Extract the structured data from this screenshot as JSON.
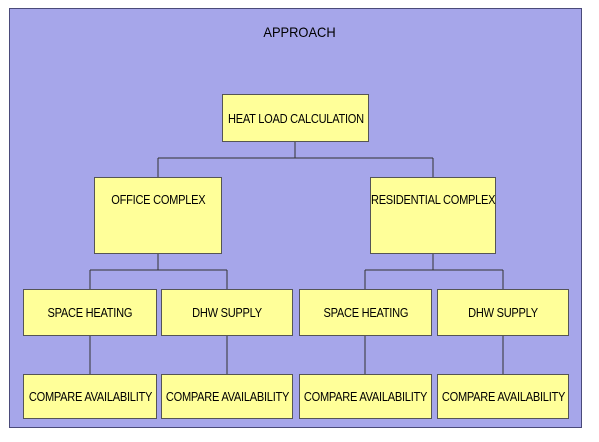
{
  "diagram": {
    "title": "APPROACH",
    "root": "HEAT LOAD CALCULATION",
    "branches": [
      {
        "label": "OFFICE COMPLEX",
        "children": [
          {
            "label": "SPACE HEATING",
            "leaf": "COMPARE AVAILABILITY"
          },
          {
            "label": "DHW SUPPLY",
            "leaf": "COMPARE AVAILABILITY"
          }
        ]
      },
      {
        "label": "RESIDENTIAL COMPLEX",
        "children": [
          {
            "label": "SPACE HEATING",
            "leaf": "COMPARE AVAILABILITY"
          },
          {
            "label": "DHW SUPPLY",
            "leaf": "COMPARE AVAILABILITY"
          }
        ]
      }
    ]
  },
  "colors": {
    "background": "#a6a6ea",
    "box_fill": "#ffff99",
    "box_border": "#555555",
    "line": "#333333"
  }
}
